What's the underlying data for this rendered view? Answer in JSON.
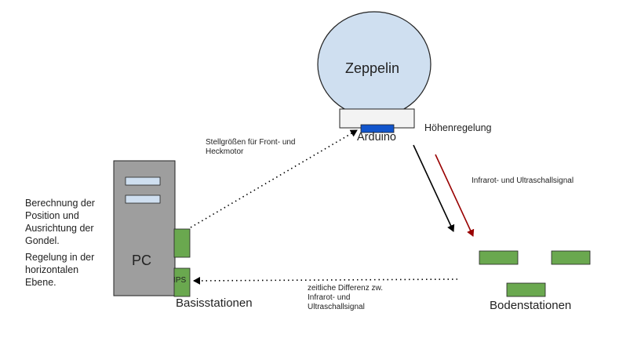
{
  "zeppelin": {
    "label": "Zeppelin"
  },
  "arduino": {
    "label": "Arduino"
  },
  "pc": {
    "label": "PC",
    "ips_label": "IPS"
  },
  "labels": {
    "control_signal": "Stellgrößen für Front- und\nHeckmotor",
    "height_control": "Höhenregelung",
    "ir_us_signal": "Infrarot- und Ultraschallsignal",
    "position_calc": "Berechnung der\nPosition und\nAusrichtung der\nGondel.",
    "horizontal_control": "Regelung in der\nhorizontalen\nEbene.",
    "time_difference": "zeitliche Differenz zw.\nInfrarot- und\nUltraschallsignal",
    "base_stations": "Basisstationen",
    "ground_stations": "Bodenstationen"
  },
  "colors": {
    "zeppelin_fill": "#cfdff0",
    "pc_fill": "#9e9e9e",
    "station_fill": "#6aa84f",
    "arduino_fill": "#1155cc",
    "red_arrow": "#990000"
  }
}
